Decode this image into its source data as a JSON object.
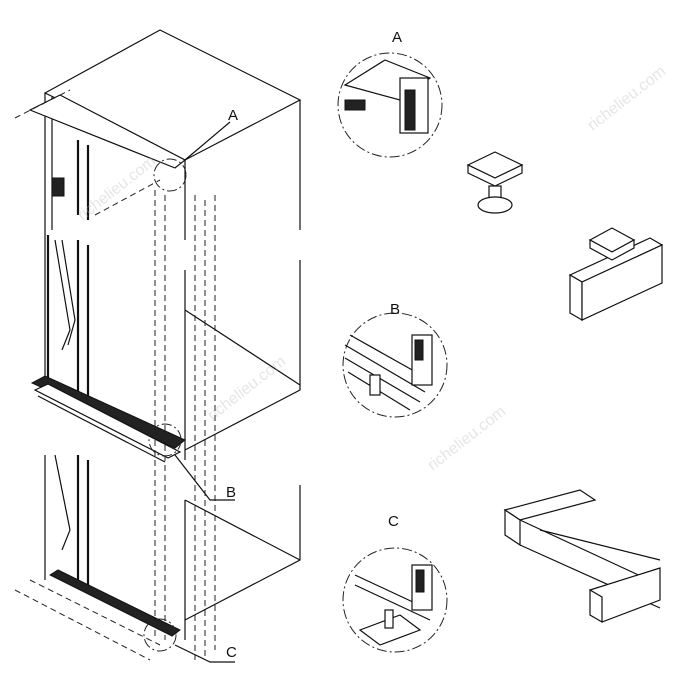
{
  "labels": {
    "main_a": "A",
    "main_b": "B",
    "main_c": "C",
    "detail_a": "A",
    "detail_b": "B",
    "detail_c": "C"
  },
  "watermark": "richelieu.com"
}
